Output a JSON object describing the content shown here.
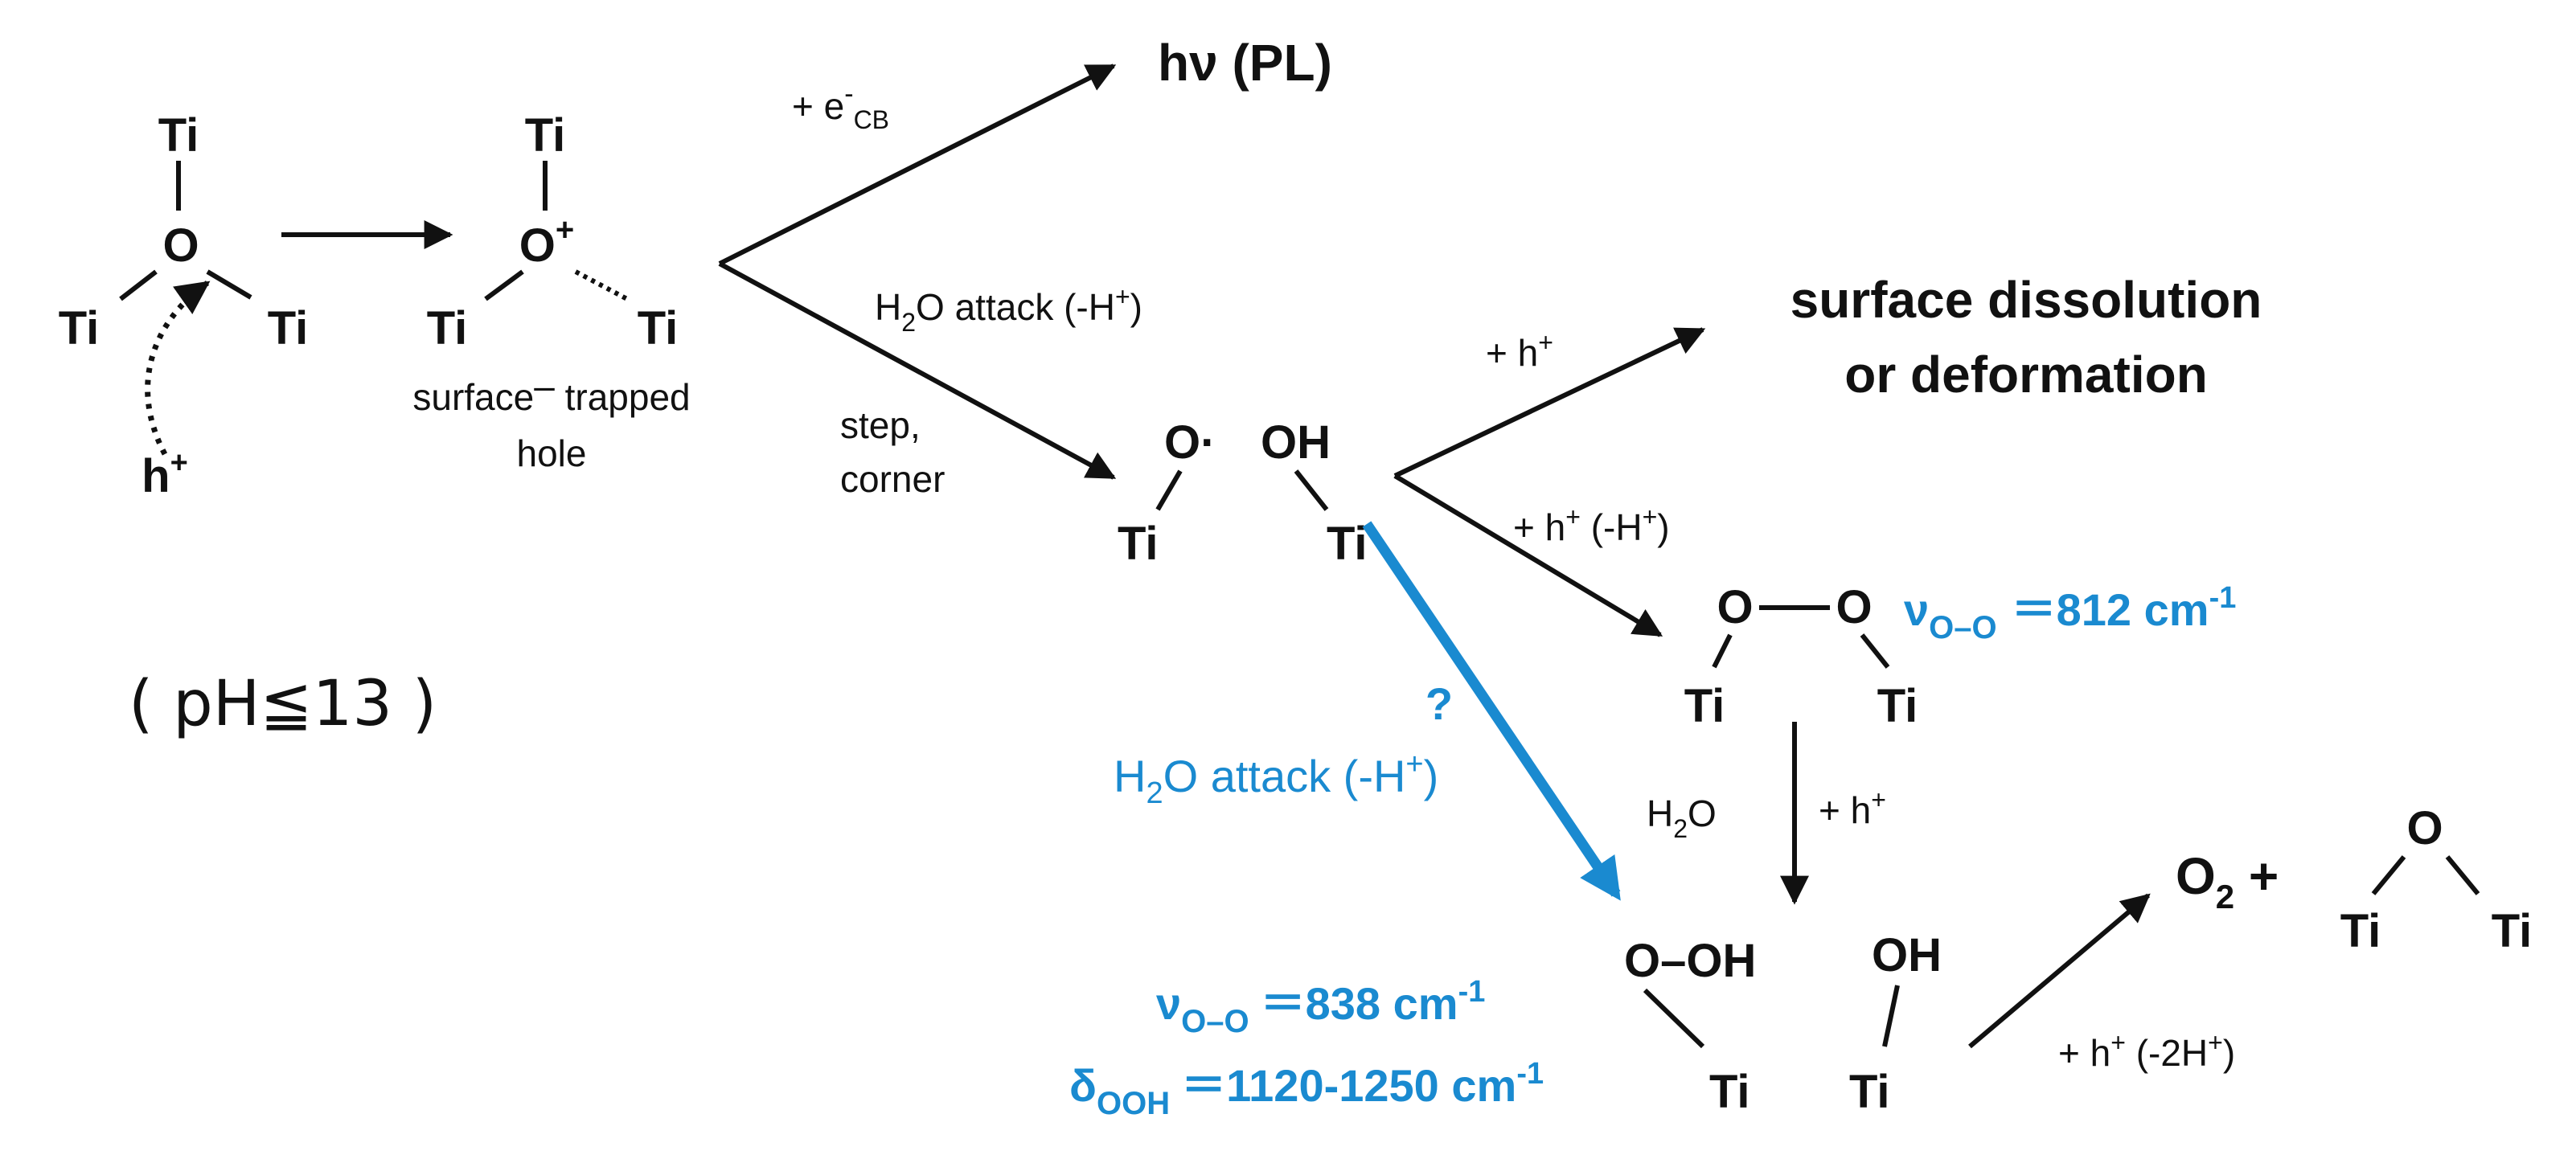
{
  "colors": {
    "ink": "#111111",
    "accent": "#1a8ad0"
  },
  "atoms": {
    "ti": "Ti",
    "o": "O",
    "o_plus": "O",
    "plus": "+",
    "oh": "OH",
    "o_radical": "O·",
    "o_dash_oh": "O–OH"
  },
  "hole": {
    "symbol": "h",
    "charge": "+"
  },
  "trapped_label": {
    "line1": "surface",
    "bar": "–",
    "line1b": " trapped",
    "line2": "hole"
  },
  "ph_condition": "( pH≦13 )",
  "path_pl": {
    "arrow_label_main": "+ e",
    "arrow_label_sup": "-",
    "arrow_label_sub": "CB",
    "product": "hν (PL)"
  },
  "path_attack": {
    "label_main": "H",
    "label_sub": "2",
    "label_rest": "O attack (-H",
    "label_sup": "+",
    "label_end": ")",
    "site_line1": "step,",
    "site_line2": "corner"
  },
  "path_dissolution": {
    "label": "+ h",
    "label_sup": "+",
    "product_line1": "surface dissolution",
    "product_line2": "or deformation"
  },
  "path_peroxo": {
    "label": "+ h",
    "label_sup": "+",
    "label_rest": " (-H",
    "label_sup2": "+",
    "label_end": ")",
    "freq_symbol": "ν",
    "freq_sub": "O–O",
    "freq_value": "＝812 cm",
    "freq_sup": "-1"
  },
  "path_water": {
    "left_main": "H",
    "left_sub": "2",
    "left_rest": "O",
    "right": "+ h",
    "right_sup": "+"
  },
  "path_blue": {
    "question": "?",
    "label_main": "H",
    "label_sub": "2",
    "label_rest": "O attack (-H",
    "label_sup": "+",
    "label_end": ")"
  },
  "hydroperoxo_freqs": {
    "nu_symbol": "ν",
    "nu_sub": "O–O",
    "nu_value": "＝838 cm",
    "nu_sup": "-1",
    "delta_symbol": "δ",
    "delta_sub": "OOH",
    "delta_value": "＝1120-1250 cm",
    "delta_sup": "-1"
  },
  "path_o2": {
    "label": "+ h",
    "label_sup": "+",
    "label_rest": " (-2H",
    "label_sup2": "+",
    "label_end": ")",
    "product_main": "O",
    "product_sub": "2",
    "product_plus": " +"
  }
}
